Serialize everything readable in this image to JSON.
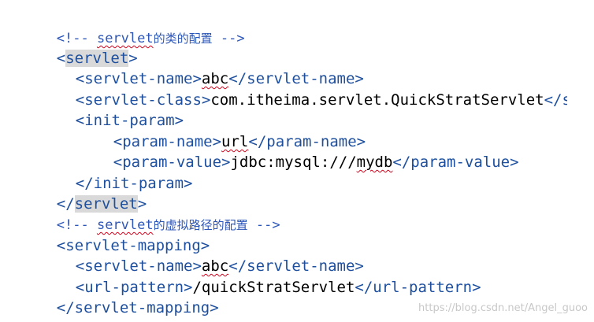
{
  "code": {
    "line1": {
      "open": "<!-- ",
      "word": "servlet",
      "cjk": "的类的配置",
      "close": " -->"
    },
    "line2": {
      "lt": "<",
      "word": "servlet",
      "gt": ">"
    },
    "line3": {
      "open": "<servlet-name>",
      "value": "abc",
      "close": "</servlet-name>"
    },
    "line4": {
      "open": "<servlet-class>",
      "value": "com.itheima.servlet.QuickStratServlet",
      "close": "</se"
    },
    "line5": {
      "tag": "<init-param>"
    },
    "line6": {
      "open": "<param-name>",
      "value": "url",
      "close": "</param-name>"
    },
    "line7": {
      "open": "<param-value>",
      "value_a": "jdbc:mysql:///",
      "value_b": "mydb",
      "close": "</param-value>"
    },
    "line8": {
      "tag": "</init-param>"
    },
    "line9": {
      "lt": "</",
      "word": "servlet",
      "gt": ">"
    },
    "line10": {
      "open": "<!-- ",
      "word": "servlet",
      "cjk": "的虚拟路径的配置",
      "close": " -->"
    },
    "line11": {
      "tag": "<servlet-mapping>"
    },
    "line12": {
      "open": "<servlet-name>",
      "value": "abc",
      "close": "</servlet-name>"
    },
    "line13": {
      "open": "<url-pattern>",
      "value": "/quickStratServlet",
      "close": "</url-pattern>"
    },
    "line14": {
      "tag": "</servlet-mapping>"
    }
  },
  "watermark": "https://blog.csdn.net/Angel_guoo",
  "colors": {
    "tag": "#1d4f9e",
    "comment": "#2c56b8",
    "text": "#000000",
    "highlight": "#d9d9d9",
    "spellcheck": "#d0021b"
  }
}
